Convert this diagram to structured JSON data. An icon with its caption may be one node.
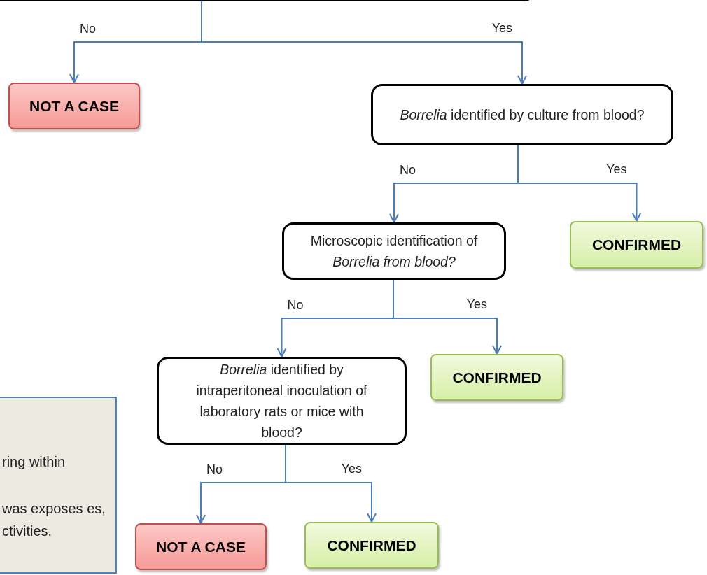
{
  "diagram": {
    "nodes": [
      {
        "text": [],
        "shape": "box"
      },
      {
        "text": [
          "NOT A CASE"
        ]
      },
      {
        "text": [
          "*Borrelia* identified by culture from blood?"
        ]
      },
      {
        "text": [
          "Microscopic identification of *Borrelia from blood?*"
        ]
      },
      {
        "text": [
          "CONFIRMED"
        ]
      },
      {
        "text": [
          "*Borrelia* identified by intraperitoneal inoculation of laboratory rats or mice with blood?"
        ]
      },
      {
        "text": [
          "CONFIRMED"
        ]
      },
      {
        "text": [
          "NOT A CASE"
        ]
      },
      {
        "text": [
          "CONFIRMED"
        ]
      },
      {
        "text": [
          "ring within",
          "was exposes es, ctivities."
        ]
      }
    ],
    "edges": [
      {
        "from": 0,
        "to": 1,
        "arrow": "to",
        "label": "No"
      },
      {
        "from": 0,
        "to": 2,
        "arrow": "to",
        "label": "Yes"
      },
      {
        "from": 2,
        "to": 3,
        "arrow": "to",
        "label": "No"
      },
      {
        "from": 2,
        "to": 4,
        "arrow": "to",
        "label": "Yes"
      },
      {
        "from": 3,
        "to": 5,
        "arrow": "to",
        "label": "No"
      },
      {
        "from": 3,
        "to": 6,
        "arrow": "to",
        "label": "Yes"
      },
      {
        "from": 5,
        "to": 7,
        "arrow": "to",
        "label": "No"
      },
      {
        "from": 5,
        "to": 8,
        "arrow": "to",
        "label": "Yes"
      }
    ]
  }
}
